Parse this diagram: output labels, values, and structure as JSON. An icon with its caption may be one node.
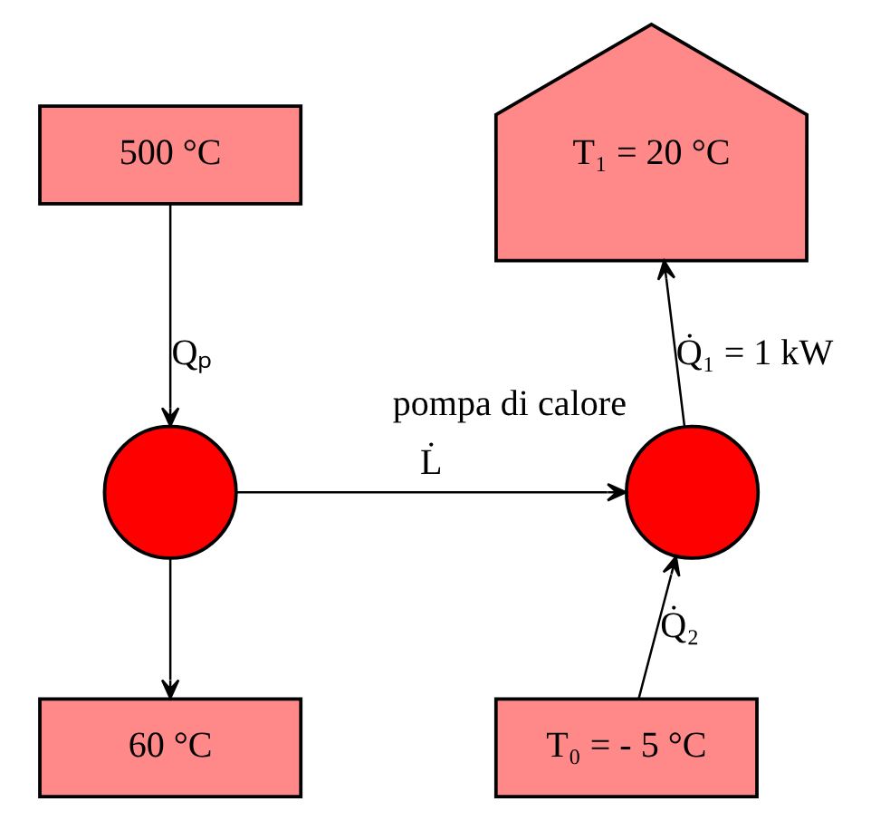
{
  "diagram": {
    "nodes": [
      {
        "text": [
          "500 °C"
        ]
      },
      {
        "text": [],
        "shape": "circle"
      },
      {
        "text": [
          "60 °C"
        ]
      },
      {
        "text": [
          "T₁ = 20 °C"
        ]
      },
      {
        "text": [],
        "shape": "circle",
        "beside": [
          "pompa di calore"
        ]
      },
      {
        "text": [
          "T₀ = - 5 °C"
        ]
      }
    ],
    "edges": [
      {
        "from": 0,
        "to": 1,
        "arrow": "to",
        "label": "Qₚ"
      },
      {
        "from": 1,
        "to": 2,
        "arrow": "to"
      },
      {
        "from": 1,
        "to": 4,
        "arrow": "to",
        "label": "L̇"
      },
      {
        "from": 4,
        "to": 3,
        "arrow": "to",
        "label": "Q̇₁ = 1 kW"
      },
      {
        "from": 5,
        "to": 4,
        "arrow": "to",
        "label": "Q̇₂"
      }
    ]
  }
}
